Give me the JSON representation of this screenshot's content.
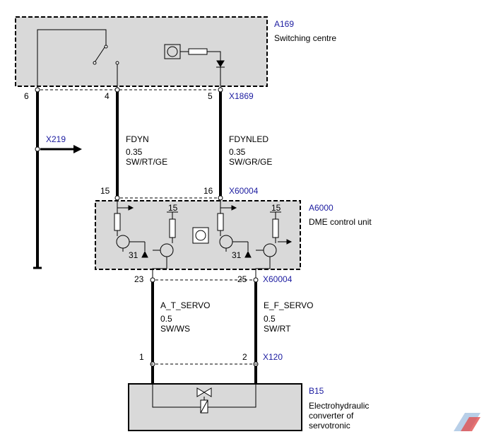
{
  "components": {
    "a169": {
      "id": "A169",
      "name": "Switching centre"
    },
    "a6000": {
      "id": "A6000",
      "name": "DME control unit"
    },
    "b15": {
      "id": "B15",
      "name_lines": [
        "Electrohydraulic",
        "converter of",
        "servotronic"
      ]
    }
  },
  "connectors": {
    "x1869": "X1869",
    "x219": "X219",
    "x60004_top": "X60004",
    "x60004_bottom": "X60004",
    "x120": "X120"
  },
  "pins": {
    "a169_6": "6",
    "a169_4": "4",
    "a169_5": "5",
    "a6000_15": "15",
    "a6000_16": "16",
    "a6000_23": "23",
    "a6000_25": "25",
    "b15_1": "1",
    "b15_2": "2"
  },
  "internal_labels": {
    "supply_1": "15",
    "supply_2": "15",
    "ground_1": "31",
    "ground_2": "31"
  },
  "wires": {
    "fdyn": {
      "name": "FDYN",
      "size": "0.35",
      "color": "SW/RT/GE"
    },
    "fdynled": {
      "name": "FDYNLED",
      "size": "0.35",
      "color": "SW/GR/GE"
    },
    "a_t_servo": {
      "name": "A_T_SERVO",
      "size": "0.5",
      "color": "SW/WS"
    },
    "e_f_servo": {
      "name": "E_F_SERVO",
      "size": "0.5",
      "color": "SW/RT"
    }
  },
  "colors": {
    "box_fill": "#d9d9d9",
    "connector_text": "#1c1ca0",
    "wire": "#000000"
  }
}
